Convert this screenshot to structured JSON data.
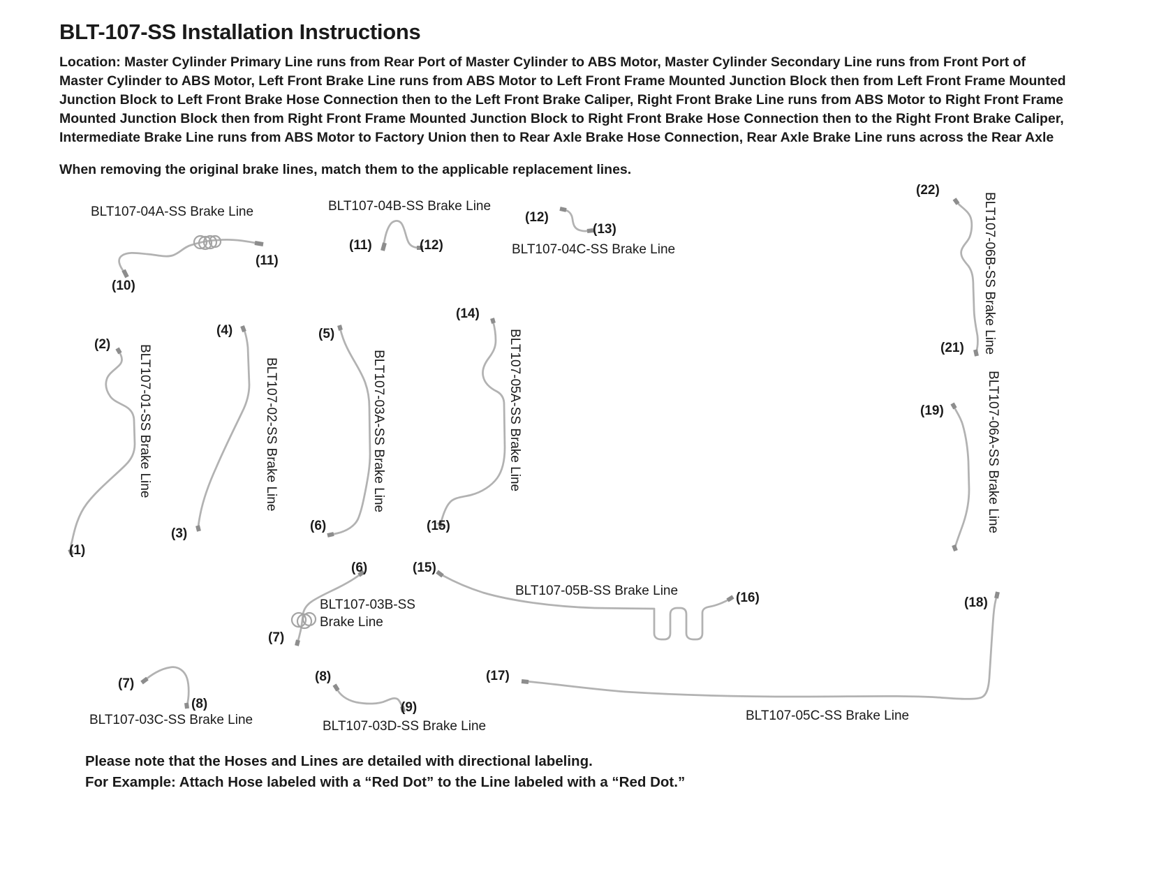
{
  "page": {
    "title": "BLT-107-SS Installation Instructions",
    "location_paragraph": "Location: Master Cylinder Primary Line runs from Rear Port of Master Cylinder to ABS Motor, Master Cylinder Secondary Line runs from Front Port of Master Cylinder to ABS Motor, Left Front Brake Line runs from ABS Motor to Left Front Frame Mounted Junction Block then from Left Front Frame Mounted Junction Block to Left Front Brake Hose Connection then to the Left Front Brake Caliper, Right Front Brake Line runs from ABS Motor to Right Front Frame Mounted Junction Block then from Right Front Frame Mounted Junction Block to Right Front Brake Hose Connection then to the Right Front Brake Caliper, Intermediate Brake Line runs from ABS Motor to Factory Union then to Rear Axle Brake Hose Connection, Rear Axle Brake Line runs across the Rear Axle",
    "match_note": "When removing the original brake lines, match them to the applicable replacement lines.",
    "footer_line1": "Please note that the Hoses and Lines are detailed with directional labeling.",
    "footer_line2": "For Example: Attach Hose labeled with a “Red Dot” to the Line labeled with a “Red Dot.”"
  },
  "colors": {
    "tube": "#b2b2b2",
    "fitting": "#8d8d8d",
    "text": "#1a1a1a"
  },
  "part_labels": [
    {
      "text": "BLT107-04A-SS Brake Line"
    },
    {
      "text": "BLT107-04B-SS Brake Line"
    },
    {
      "text": "BLT107-04C-SS Brake Line"
    },
    {
      "text": "BLT107-06B-SS Brake Line"
    },
    {
      "text": "BLT107-01-SS Brake Line"
    },
    {
      "text": "BLT107-02-SS Brake Line"
    },
    {
      "text": "BLT107-03A-SS Brake Line"
    },
    {
      "text": "BLT107-05A-SS Brake Line"
    },
    {
      "text": "BLT107-06A-SS Brake Line"
    },
    {
      "text": "BLT107-03B-SS Brake Line"
    },
    {
      "text": "BLT107-05B-SS Brake Line"
    },
    {
      "text": "BLT107-03C-SS Brake Line"
    },
    {
      "text": "BLT107-03D-SS Brake Line"
    },
    {
      "text": "BLT107-05C-SS Brake Line"
    }
  ],
  "markers": [
    {
      "text": "(10)"
    },
    {
      "text": "(11)"
    },
    {
      "text": "(11)"
    },
    {
      "text": "(12)"
    },
    {
      "text": "(12)"
    },
    {
      "text": "(13)"
    },
    {
      "text": "(22)"
    },
    {
      "text": "(21)"
    },
    {
      "text": "(2)"
    },
    {
      "text": "(4)"
    },
    {
      "text": "(5)"
    },
    {
      "text": "(14)"
    },
    {
      "text": "(19)"
    },
    {
      "text": "(1)"
    },
    {
      "text": "(3)"
    },
    {
      "text": "(6)"
    },
    {
      "text": "(15)"
    },
    {
      "text": "(6)"
    },
    {
      "text": "(15)"
    },
    {
      "text": "(16)"
    },
    {
      "text": "(7)"
    },
    {
      "text": "(18)"
    },
    {
      "text": "(7)"
    },
    {
      "text": "(8)"
    },
    {
      "text": "(8)"
    },
    {
      "text": "(9)"
    },
    {
      "text": "(17)"
    }
  ]
}
